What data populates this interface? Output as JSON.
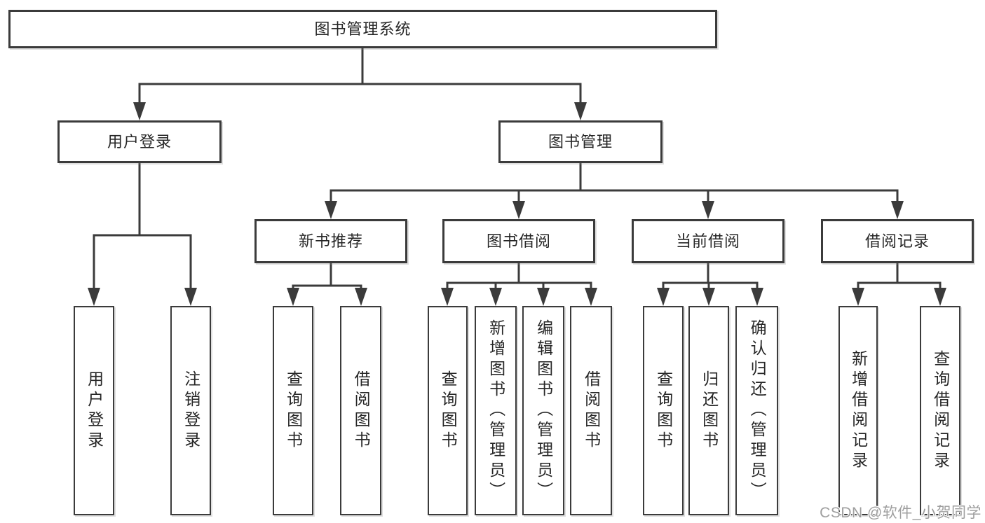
{
  "diagram": {
    "root": {
      "label": "图书管理系统"
    },
    "level2": [
      {
        "label": "用户登录"
      },
      {
        "label": "图书管理"
      }
    ],
    "level3": [
      {
        "label": "新书推荐"
      },
      {
        "label": "图书借阅"
      },
      {
        "label": "当前借阅"
      },
      {
        "label": "借阅记录"
      }
    ],
    "leaves": {
      "user_login": [
        "用户登录",
        "注销登录"
      ],
      "new_books": [
        "查询图书",
        "借阅图书"
      ],
      "book_borrow": [
        "查询图书",
        "新增图书（管理员）",
        "编辑图书（管理员）",
        "借阅图书"
      ],
      "current_borrow": [
        "查询图书",
        "归还图书",
        "确认归还（管理员）"
      ],
      "records": [
        "新增借阅记录",
        "查询借阅记录"
      ]
    }
  },
  "watermark": {
    "text": "CSDN @软件_小贺同学"
  },
  "colors": {
    "line": "#3b3b3b",
    "box_border": "#3b3b3b",
    "text": "#262626",
    "watermark": "#9e9e9e",
    "background": "#ffffff"
  }
}
